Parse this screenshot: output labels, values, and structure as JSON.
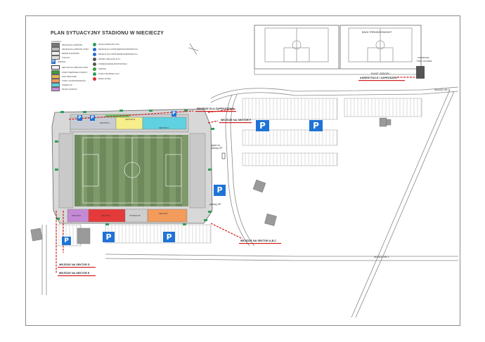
{
  "map": {
    "title": "PLAN SYTUACYJNY STADIONU W NIECIECZY",
    "legend_header": "LEGENDA",
    "legend_items": [
      "WEJŚCIE DLA KIBICÓW",
      "WEJŚCIE DLA KIBICÓW GOŚCI",
      "BRAMA WJAZDOWA",
      "TOALETY",
      "PARKING",
      "SEKTOR DLA KIBICÓW GOŚCI",
      "PUNKT PIERWSZEJ POMOCY",
      "KASY BILETOWE",
      "PUNKT GASTRONOMICZNY",
      "STREFA VIP",
      "SKLEP KLUBOWY",
      "DROGA EWAKUACYJNA",
      "WEJŚCIE DLA OSÓB NIEPEŁNOSPRAWNYCH",
      "MIEJSCA DLA OSÓB NIEPEŁNOSPRAWNYCH",
      "SPIKER / REALIZACJA TV",
      "POMIESZCZENIE MONITORINGU",
      "SZATNIE",
      "PUNKT INFORMACYJNY",
      "BIURO KLUBU"
    ],
    "labels": {
      "baza_treningowa": "BAZA TRENINGOWA BKT",
      "kawiarnia": "KAWIARNIA",
      "kawiarnia_sub": "\"TRZY GŁOŚNE\"",
      "punkt_odbioru": "PUNKT ODBIORU",
      "akredytacji": "AKREDYTACJI I ZAPROSZEŃ",
      "wjazd2": "WJAZD NR 2",
      "wjazd1": "WJAZD NR 1",
      "wejscie_zaproszenia": "WEJŚCIE DLA ZAPROSZENIA",
      "wejscie_sektor_f": "WEJŚCIE NA SEKTOR F",
      "wejscie_abc": "WEJŚCIE NA SEKTOR A,B,C",
      "wejscie_d": "WEJŚCIE NA SEKTOR D",
      "wejscie_e": "WEJŚCIE NA SEKTOR E",
      "wjazd_parking": "wjazd na parking VIP",
      "parking_vip": "parking VIP",
      "sektor_a": "SEKTOR A",
      "sektor_b": "SEKTOR B",
      "sektor_c": "SEKTOR C",
      "sektor_d": "SEKTOR D",
      "sektor_e": "SEKTOR E",
      "sektor_f": "SEKTOR F",
      "trybuna_vip": "TRYBUNA VIP",
      "parking_symbol": "P"
    },
    "colors": {
      "pitch": "#7f9a6a",
      "pitch_dark": "#6e8a5c",
      "route": "#d21e1e",
      "parking_blue": "#1f73d6",
      "sektor_orange": "#f29b5a",
      "sektor_red": "#e53a3a",
      "sektor_purple": "#c58ad6",
      "stand_cyan": "#5fd1e0",
      "stand_yellow": "#f6ee8a",
      "stand_green": "#6bc36b",
      "building": "#8a8a8a"
    }
  }
}
